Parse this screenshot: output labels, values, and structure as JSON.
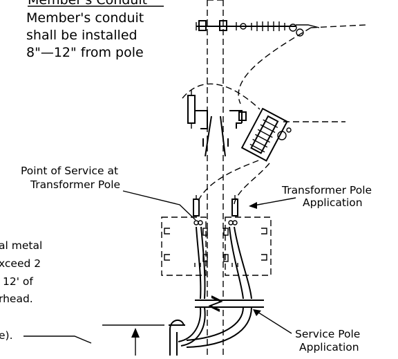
{
  "notes": {
    "conduit_heading": "Member's Conduit",
    "conduit_line1": "Member's conduit",
    "conduit_line2": "shall be installed",
    "conduit_line3": "8\"—12\" from pole",
    "pos_line1": "Point of Service at",
    "pos_line2": "Transformer Pole",
    "tp_line1": "Transformer Pole",
    "tp_line2": "Application",
    "sp_line1": "Service Pole",
    "sp_line2": "Application",
    "left_line1": "al metal",
    "left_line2": "xceed 2",
    "left_line3": "12' of",
    "left_line4": "rhead.",
    "left_line5": "e)."
  }
}
